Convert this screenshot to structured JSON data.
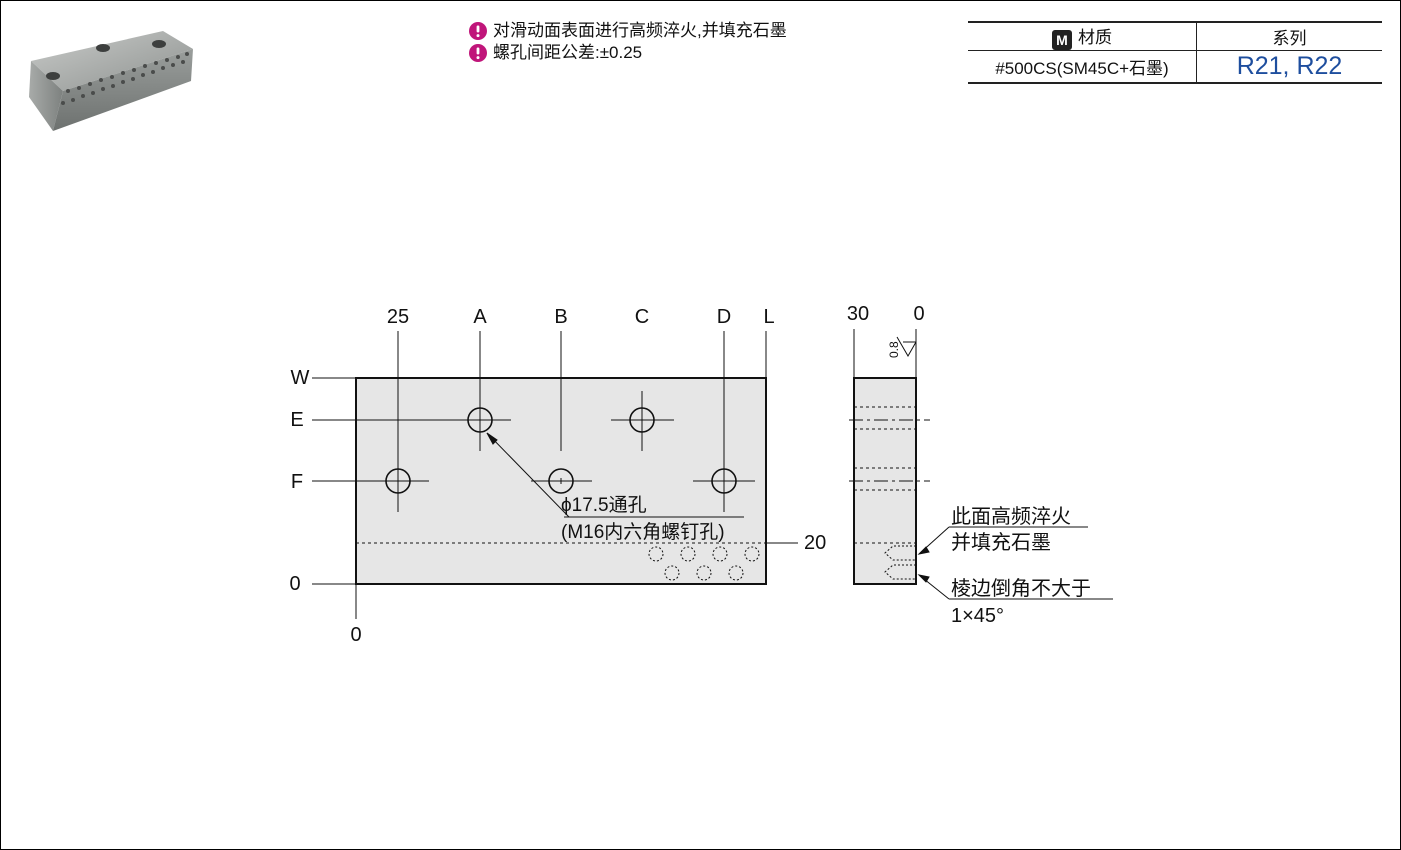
{
  "notes": {
    "note1": "对滑动面表面进行高频淬火,并填充石墨",
    "note2": "螺孔间距公差:±0.25"
  },
  "spec_table": {
    "material_badge": "M",
    "material_header": "材质",
    "series_header": "系列",
    "material_value": "#500CS(SM45C+石墨)",
    "series_value": "R21, R22"
  },
  "colors": {
    "accent_icon": "#c0157a",
    "series_text": "#1e4e9e",
    "part_fill": "#e6e6e6"
  },
  "drawing": {
    "front_view": {
      "col_labels": {
        "x25": "25",
        "a": "A",
        "b": "B",
        "c": "C",
        "d": "D",
        "l": "L"
      },
      "row_labels": {
        "w": "W",
        "e": "E",
        "f": "F",
        "zero": "0"
      },
      "bottom_zero": "0",
      "dim_20": "20",
      "hole_callout_line1": "ϕ17.5通孔",
      "hole_callout_line2": "(M16内六角螺钉孔)"
    },
    "side_view": {
      "label_30": "30",
      "label_0": "0",
      "roughness": "0.8",
      "note_hardened_line1": "此面高频淬火",
      "note_hardened_line2": "并填充石墨",
      "note_chamfer_line1": "棱边倒角不大于",
      "note_chamfer_line2": "1×45°"
    }
  }
}
